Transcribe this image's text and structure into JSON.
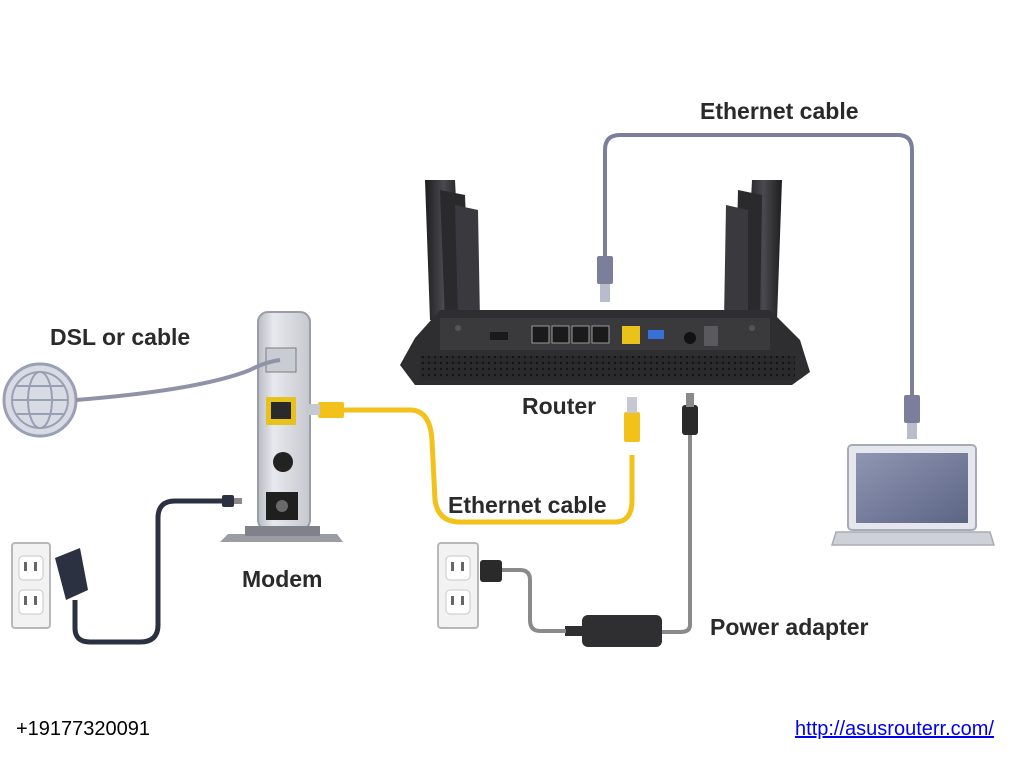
{
  "labels": {
    "ethernet_top": "Ethernet cable",
    "dsl": "DSL or cable",
    "router": "Router",
    "modem": "Modem",
    "ethernet_mid": "Ethernet cable",
    "power_adapter": "Power adapter"
  },
  "footer": {
    "phone": "+19177320091",
    "url": "http://asusrouterr.com/"
  },
  "colors": {
    "ethernet_top_cable": "#7c7f9c",
    "ethernet_mid_cable": "#f2c21b",
    "dsl_cable": "#8e93a8",
    "modem_power_cable": "#2b3140",
    "router_power_cable": "#8a8a8a",
    "router_body": "#2e2e30",
    "link": "#0000ee"
  }
}
